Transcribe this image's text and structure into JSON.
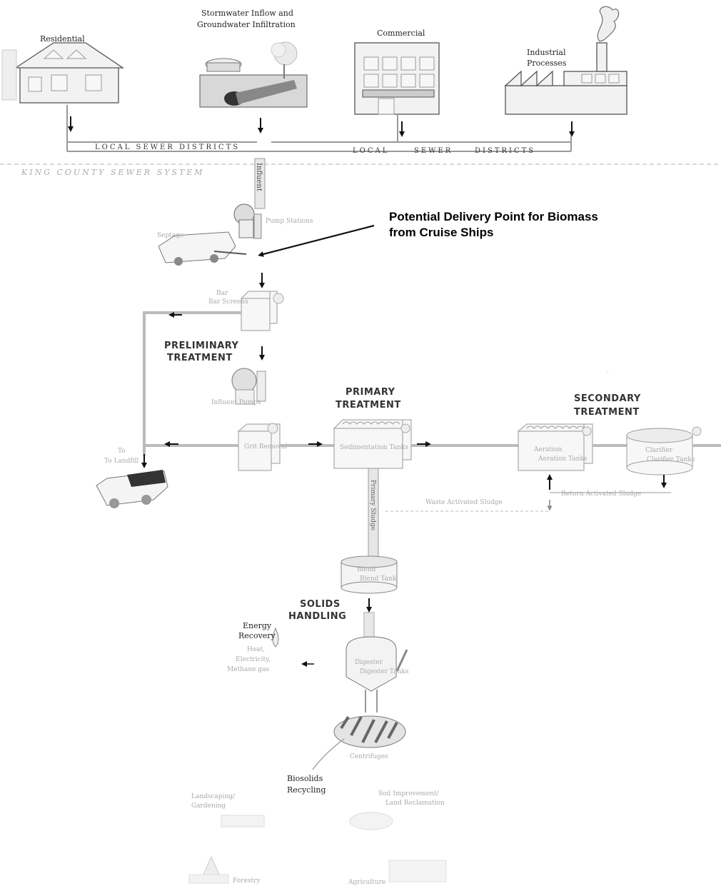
{
  "sources": {
    "residential": "Residential",
    "stormwater_line1": "Stormwater Inflow and",
    "stormwater_line2": "Groundwater Infiltration",
    "commercial": "Commercial",
    "industrial_line1": "Industrial",
    "industrial_line2": "Processes"
  },
  "sewers": {
    "local_left": "LOCAL SEWER DISTRICTS",
    "local_right_1": "LOCAL",
    "local_right_2": "SEWER",
    "local_right_3": "DISTRICTS",
    "king_county": "KING COUNTY SEWER SYSTEM",
    "influent": "Influent"
  },
  "callout": {
    "line1": "Potential Delivery Point for Biomass",
    "line2": "from Cruise Ships"
  },
  "preliminary": {
    "title_line1": "PRELIMINARY",
    "title_line2": "TREATMENT",
    "pump_station": "Pump Stations",
    "bar_screens": "Bar Screens",
    "influent_pumps": "Influent Pumps",
    "grit_removal": "Grit Removal",
    "to_landfill": "To Landfill"
  },
  "primary": {
    "title_line1": "PRIMARY",
    "title_line2": "TREATMENT",
    "tanks": "Sedimentation Tanks",
    "primary_sludge": "Primary Sludge"
  },
  "secondary": {
    "title_line1": "SECONDARY",
    "title_line2": "TREATMENT",
    "aeration": "Aeration Tanks",
    "clarifier": "Clarifier Tanks",
    "return_sludge": "Return Activated Sludge",
    "waste_sludge": "Waste Activated Sludge"
  },
  "solids": {
    "title_line1": "SOLIDS",
    "title_line2": "HANDLING",
    "blend_tank": "Blend Tank",
    "digester": "Digester Tanks",
    "centrifuges": "Centrifuges",
    "energy_line1": "Energy",
    "energy_line2": "Recovery",
    "energy_line3": "Heat,",
    "energy_line4": "Electricity,",
    "energy_line5": "Methane gas"
  },
  "biosolids": {
    "title_line1": "Biosolids",
    "title_line2": "Recycling",
    "landscaping_line1": "Landscaping/",
    "landscaping_line2": "Gardening",
    "soil_line1": "Soil Improvement/",
    "soil_line2": "Land Reclamation",
    "forestry": "Forestry",
    "agriculture": "Agriculture"
  }
}
